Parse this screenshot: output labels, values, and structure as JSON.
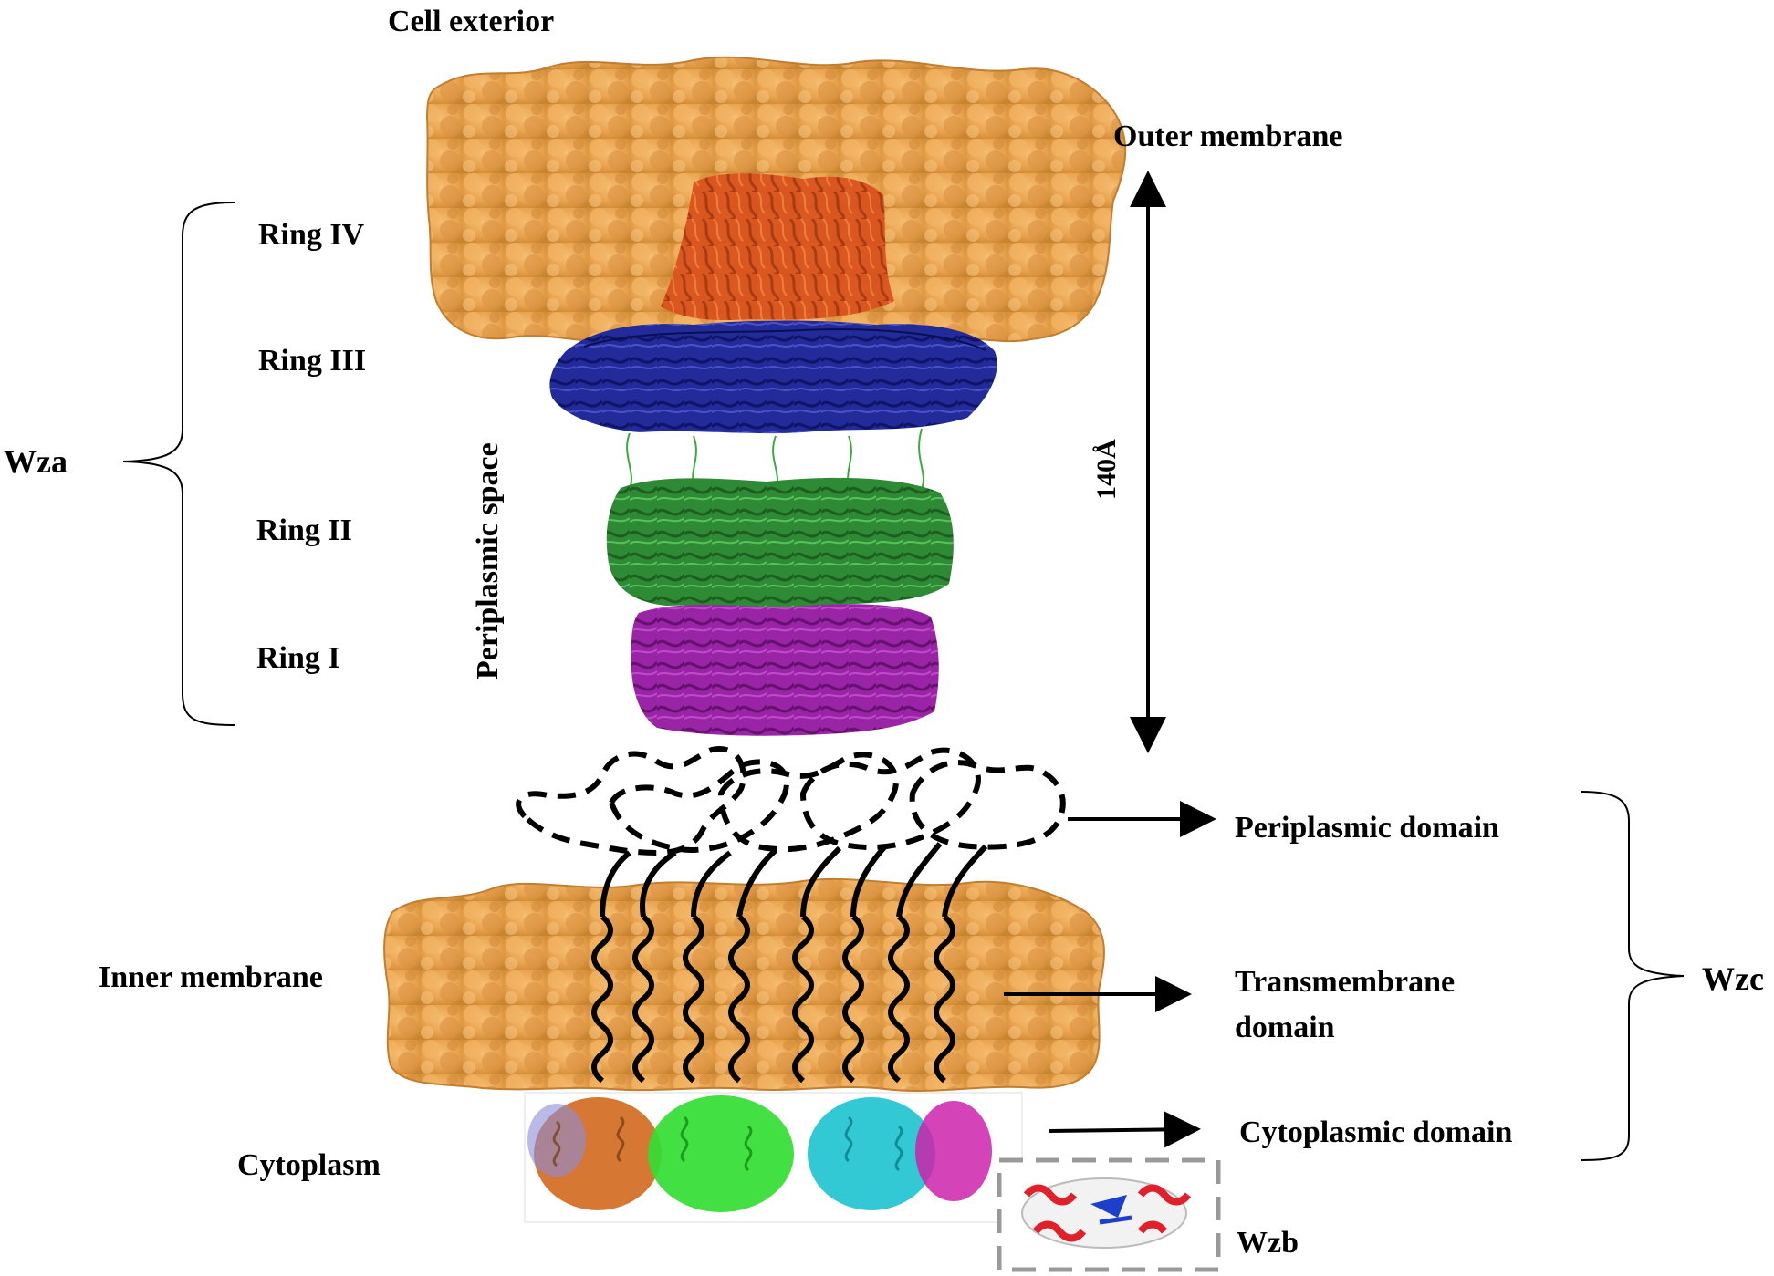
{
  "labels": {
    "cell_exterior": "Cell exterior",
    "outer_membrane": "Outer membrane",
    "ring_iv": "Ring IV",
    "ring_iii": "Ring III",
    "ring_ii": "Ring II",
    "ring_i": "Ring I",
    "wza": "Wza",
    "periplasmic_space": "Periplasmic space",
    "length": "140Å",
    "periplasmic_domain": "Periplasmic domain",
    "transmembrane_domain_line1": "Transmembrane",
    "transmembrane_domain_line2": "domain",
    "wzc": "Wzc",
    "inner_membrane": "Inner membrane",
    "cytoplasmic_domain": "Cytoplasmic domain",
    "cytoplasm": "Cytoplasm",
    "wzb": "Wzb"
  },
  "colors": {
    "membrane": "#E8A24E",
    "ring_iv": "#D9501C",
    "ring_iii": "#1F238F",
    "ring_ii": "#2E7D32",
    "ring_i": "#8E1E9A",
    "cyto_orange": "#D2691E",
    "cyto_green": "#33DD33",
    "cyto_cyan": "#22C4D0",
    "cyto_magenta": "#CC22AA",
    "wzb_red": "#E0202A"
  }
}
